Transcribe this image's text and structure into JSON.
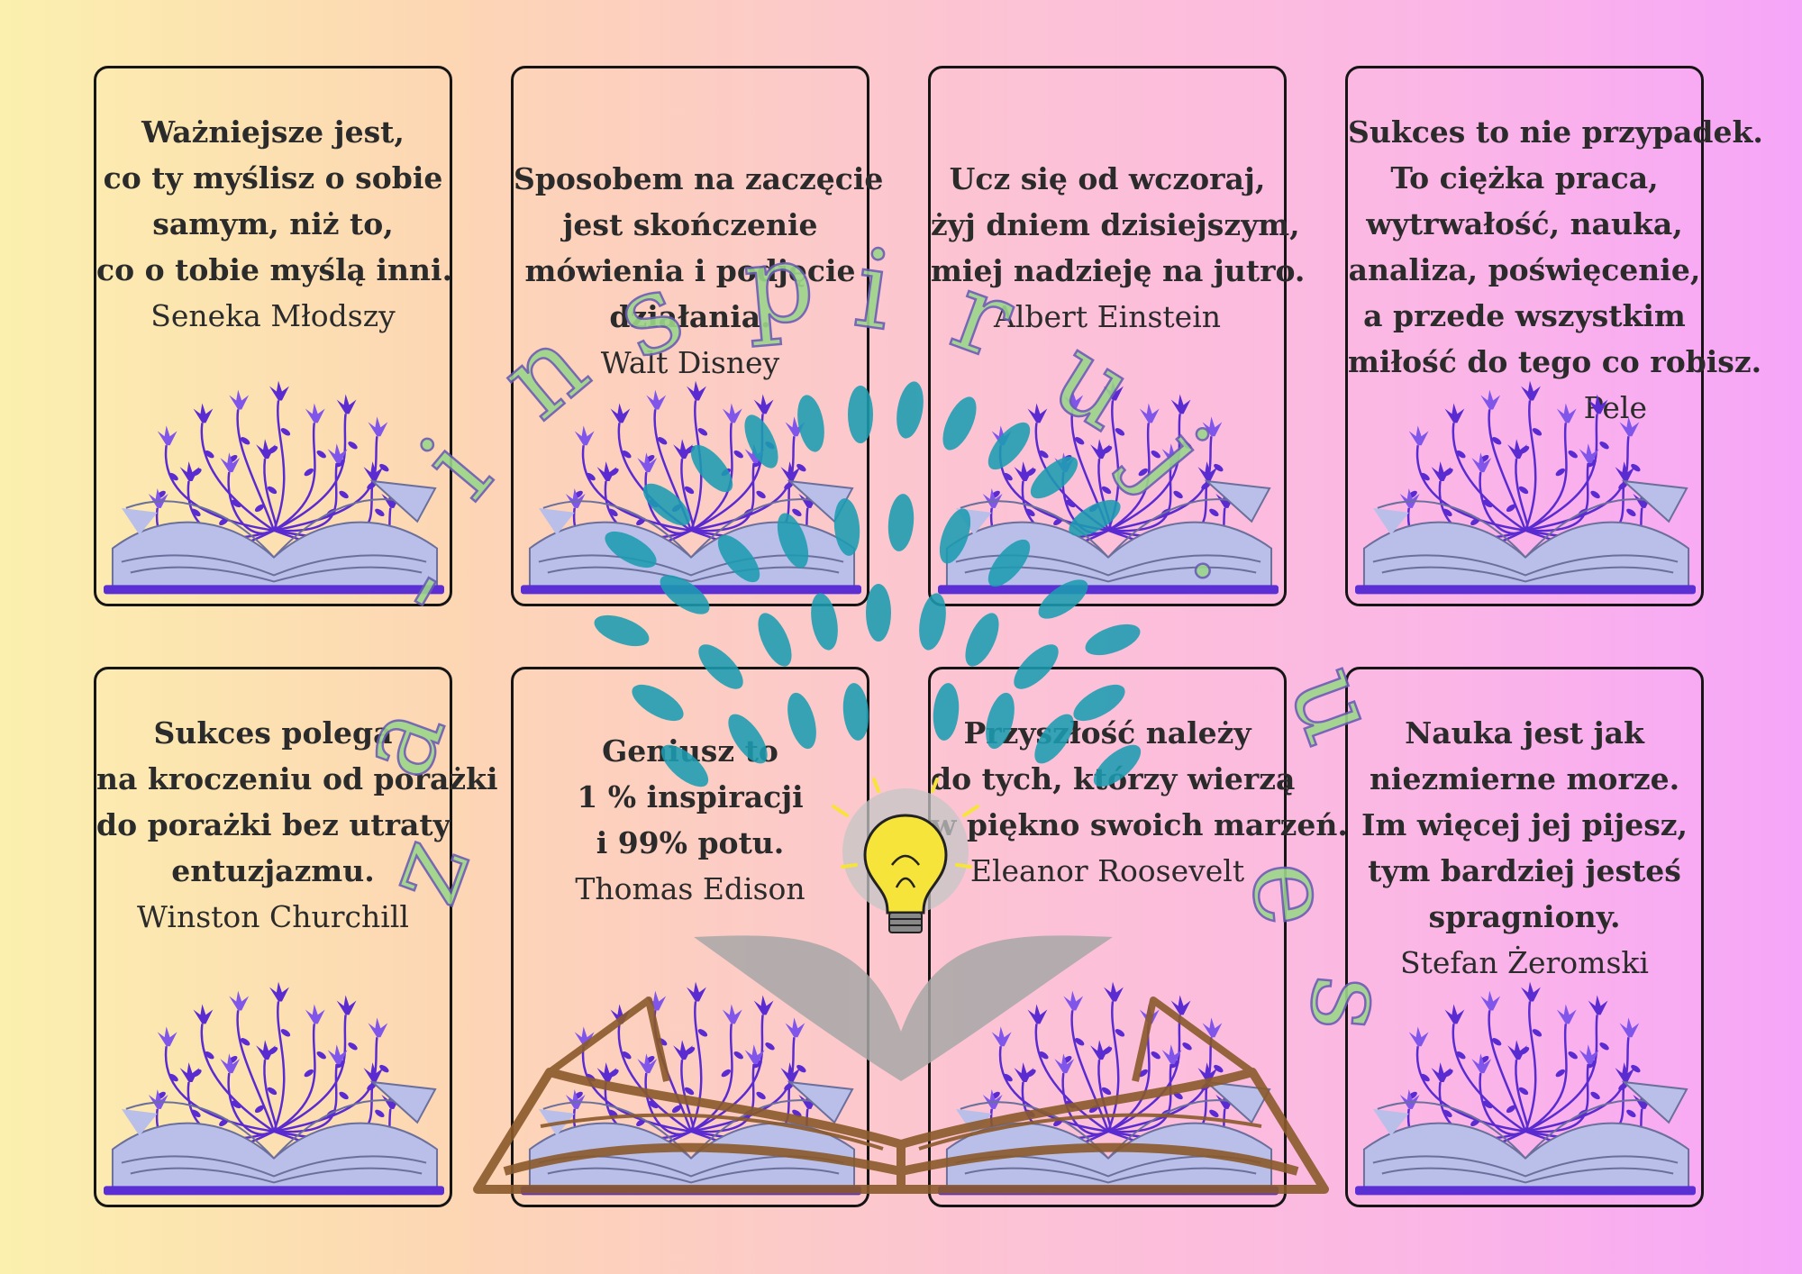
{
  "cards": [
    {
      "lines": [
        "Ważniejsze jest,",
        "co ty myślisz o sobie",
        "samym, niż to,",
        "co o tobie myślą inni."
      ],
      "author": "Seneka Młodszy"
    },
    {
      "lines": [
        "Sposobem na zaczęcie",
        "jest skończenie",
        "mówienia i podjęcie",
        "działania."
      ],
      "author": "Walt Disney"
    },
    {
      "lines": [
        "Ucz się od wczoraj,",
        "żyj dniem dzisiejszym,",
        "miej nadzieję na jutro."
      ],
      "author": "Albert Einstein"
    },
    {
      "lines": [
        "Sukces to nie przypadek.",
        "To ciężka praca,",
        "wytrwałość, nauka,",
        "analiza, poświęcenie,",
        "a przede wszystkim",
        "miłość do tego co robisz."
      ],
      "author": "Pele"
    },
    {
      "lines": [
        "Sukces polega",
        "na kroczeniu od porażki",
        "do porażki bez utraty",
        "entuzjazmu."
      ],
      "author": "Winston Churchill"
    },
    {
      "lines": [
        "Geniusz to",
        "1 % inspiracji",
        "i 99% potu."
      ],
      "author": "Thomas Edison"
    },
    {
      "lines": [
        "Przyszłość należy",
        "do tych, którzy wierzą",
        "w piękno swoich marzeń."
      ],
      "author": "Eleanor Roosevelt"
    },
    {
      "lines": [
        "Nauka jest jak",
        "niezmierne morze.",
        "Im więcej jej pijesz,",
        "tym bardziej jesteś",
        "spragniony."
      ],
      "author": "Stefan Żeromski"
    }
  ],
  "watermark": {
    "letters": [
      "z",
      "a",
      "-",
      "i",
      "n",
      "s",
      "p",
      "i",
      "r",
      "u",
      "j",
      ".",
      "e",
      "u",
      "s"
    ]
  },
  "colors": {
    "flower": "#5a2bd0",
    "flower_light": "#7f55ea",
    "book_pages": "#b9bfe8",
    "book_base": "#5b2fd4",
    "leaf": "#1b9cb0",
    "bulb": "#f6e43a",
    "outline_book": "#8a5a2b",
    "watermark_fill": "#9bd68a"
  }
}
